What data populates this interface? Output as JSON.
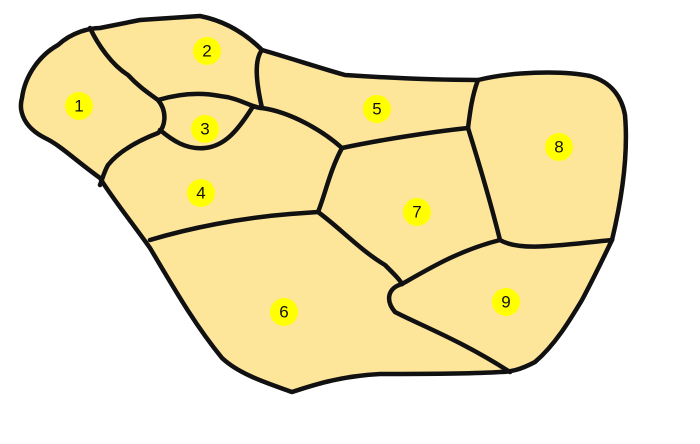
{
  "map": {
    "colors": {
      "land": "#fde59a",
      "border": "#111111",
      "marker": "#ffff00"
    },
    "regions": [
      {
        "id": "1",
        "label": "1"
      },
      {
        "id": "2",
        "label": "2"
      },
      {
        "id": "3",
        "label": "3"
      },
      {
        "id": "4",
        "label": "4"
      },
      {
        "id": "5",
        "label": "5"
      },
      {
        "id": "6",
        "label": "6"
      },
      {
        "id": "7",
        "label": "7"
      },
      {
        "id": "8",
        "label": "8"
      },
      {
        "id": "9",
        "label": "9"
      }
    ]
  }
}
